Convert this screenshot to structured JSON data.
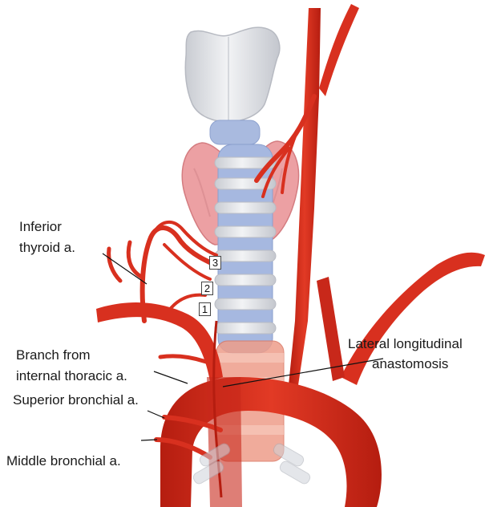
{
  "labels": {
    "inferior_thyroid_line1": "Inferior",
    "inferior_thyroid_line2": "thyroid a.",
    "branch_internal_thoracic_line1": "Branch from",
    "branch_internal_thoracic_line2": "internal thoracic a.",
    "superior_bronchial": "Superior bronchial a.",
    "middle_bronchial": "Middle bronchial a.",
    "lateral_longitudinal_line1": "Lateral longitudinal",
    "lateral_longitudinal_line2": "anastomosis"
  },
  "branch_numbers": [
    "1",
    "2",
    "3"
  ],
  "colors": {
    "artery": "#d8301f",
    "artery_dark": "#a8190f",
    "thyroid": "#e89a9c",
    "cartilage": "#e4e6ea",
    "trachea_ring": "#9fb2dc",
    "esophagus": "#e88f7c"
  }
}
